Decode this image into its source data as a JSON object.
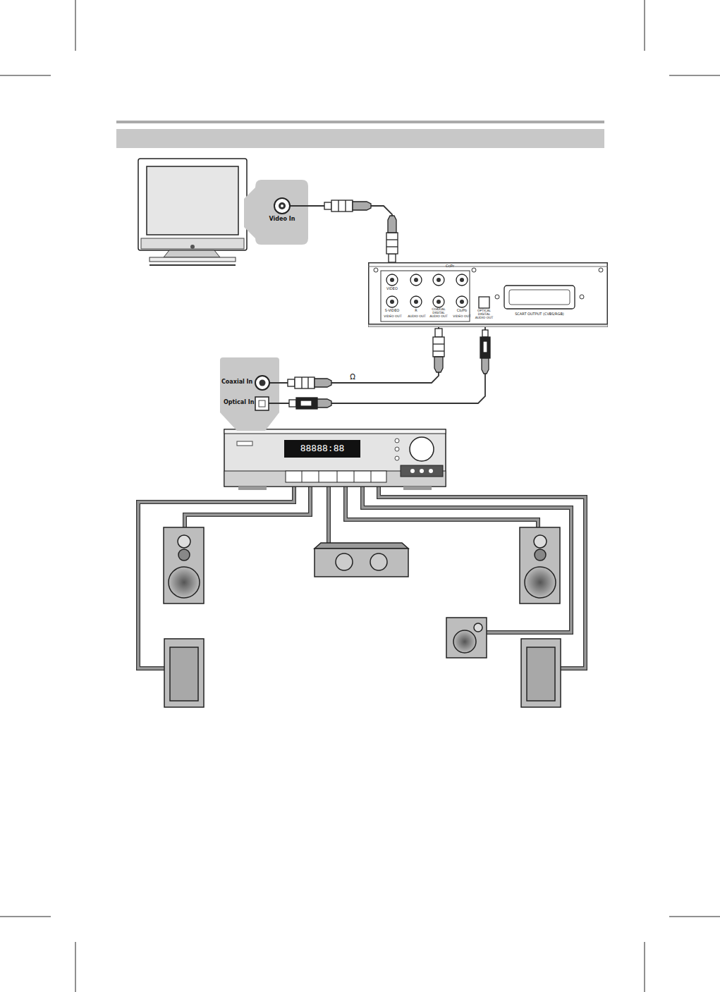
{
  "diagram": {
    "nodes": [
      {
        "text": [
          "Video In"
        ]
      },
      {
        "text": [
          "Coaxial In",
          "Optical In"
        ]
      },
      {
        "text": [
          "Cr/Pr",
          "VIDEO",
          "S-VIDEO",
          "R",
          "COAXIAL DIGITAL AUDIO OUT",
          "Cb/Pb",
          "VIDEO OUT",
          "AUDIO OUT",
          "VIDEO OUT",
          "OPTICAL DIGITAL AUDIO OUT",
          "SCART OUTPUT (CVBS/RGB)"
        ]
      }
    ],
    "edges": [
      {
        "from": 2,
        "to": 0,
        "arrow": "none"
      },
      {
        "from": 2,
        "to": 1,
        "label": "Ω",
        "arrow": "none"
      },
      {
        "from": 2,
        "to": 1,
        "arrow": "none"
      }
    ],
    "labels": [
      "88888:88"
    ]
  }
}
